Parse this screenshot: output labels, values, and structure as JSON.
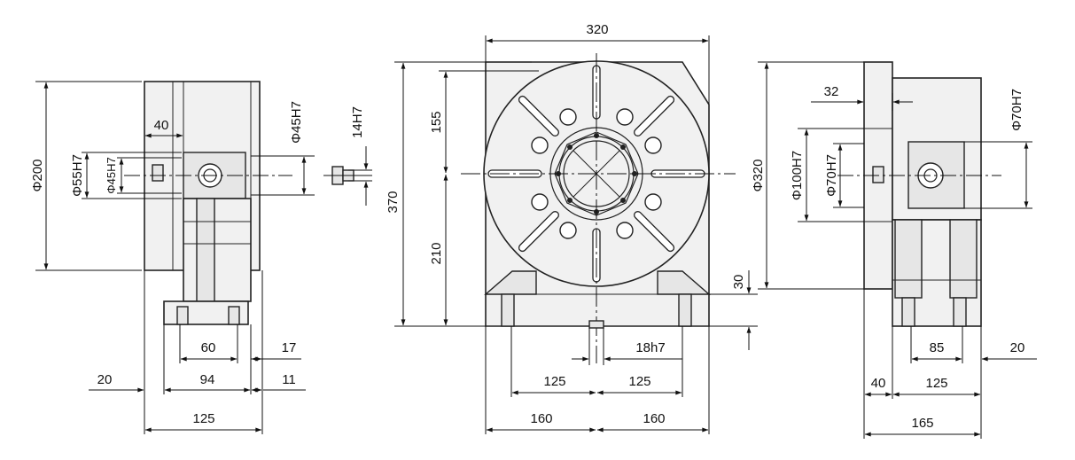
{
  "drawing": {
    "left_view": {
      "height_dia": "Φ200",
      "bore_dia": "Φ55H7",
      "bore_dia_inner": "Φ45H7",
      "flange_width": "40",
      "shaft_dia": "Φ45H7",
      "bolt_spacing": "60",
      "base_offset": "20",
      "base_span": "94",
      "base_width": "125",
      "rear_17": "17",
      "rear_11": "11"
    },
    "key_view": {
      "key_width": "14H7"
    },
    "front_view": {
      "width": "320",
      "height": "370",
      "upper": "155",
      "lower": "210",
      "base_height": "30",
      "key_slot": "18h7",
      "bolt_left": "125",
      "bolt_right": "125",
      "half_left": "160",
      "half_right": "160"
    },
    "right_view": {
      "body_dia": "Φ320",
      "offset": "32",
      "spigot_dia": "Φ100H7",
      "bore_dia": "Φ70H7",
      "bore_dia_inner": "Φ70H7",
      "plate": "40",
      "slot_spacing": "85",
      "edge": "20",
      "depth": "125",
      "total": "165"
    }
  }
}
